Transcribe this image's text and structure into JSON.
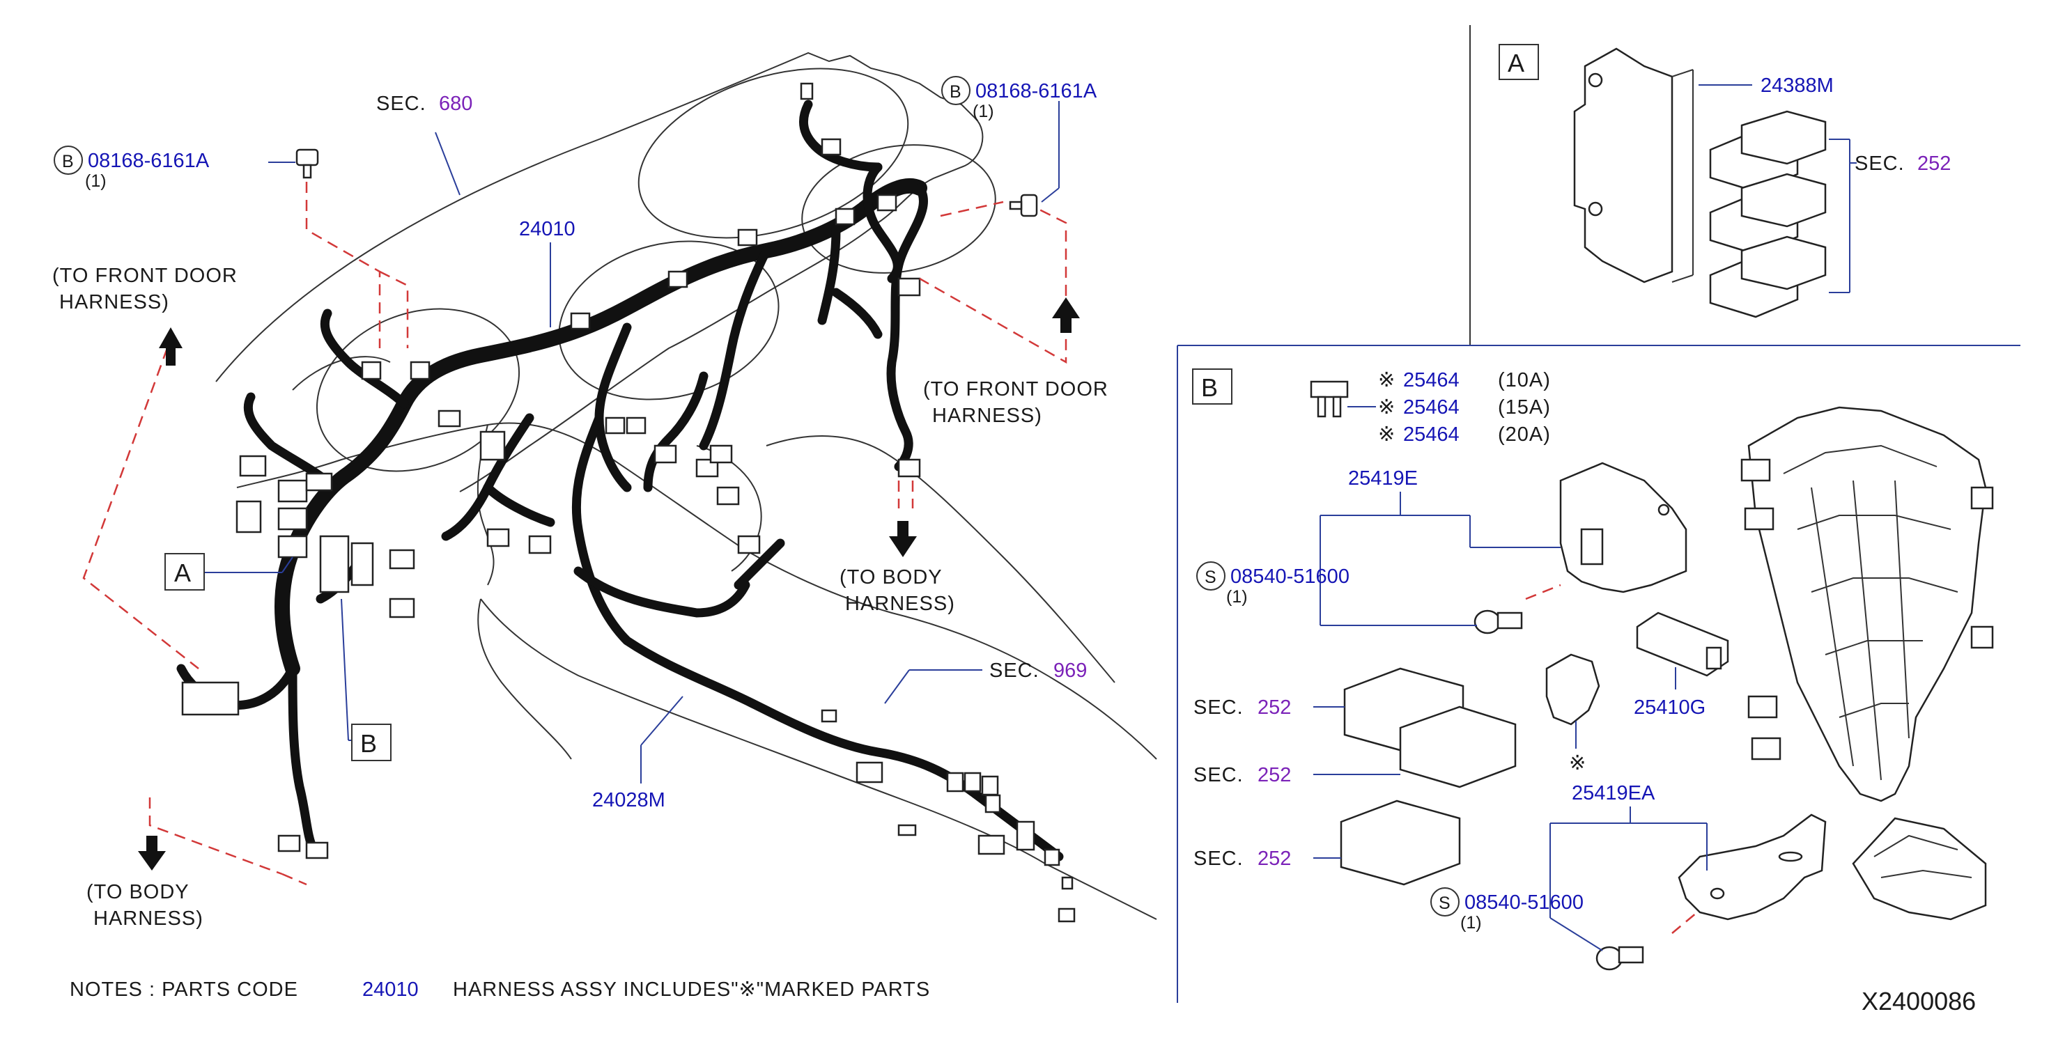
{
  "diagram_id": "X2400086",
  "notes": {
    "prefix": "NOTES  :  PARTS  CODE",
    "part_code": "24010",
    "suffix": "HARNESS  ASSY  INCLUDES\"※\"MARKED  PARTS"
  },
  "symbols": {
    "bolt_b": "B",
    "screw_s": "S",
    "mark": "※"
  },
  "labels": {
    "sec": "SEC.",
    "sec_680": "680",
    "sec_969": "969",
    "sec_252": "252",
    "bolt_part": "08168-6161A",
    "qty_one": "(1)",
    "harness_main": "24010",
    "harness_floor": "24028M",
    "to_front_door_1": "(TO  FRONT  DOOR",
    "to_front_door_2": "HARNESS)",
    "to_body_1": "(TO  BODY",
    "to_body_2": "HARNESS)",
    "callout_a": "A",
    "callout_b": "B"
  },
  "detail_a": {
    "title": "A",
    "bracket_part": "24388M"
  },
  "detail_b": {
    "title": "B",
    "fuses": [
      {
        "part": "25464",
        "rating": "(10A)"
      },
      {
        "part": "25464",
        "rating": "(15A)"
      },
      {
        "part": "25464",
        "rating": "(20A)"
      }
    ],
    "bracket_e": "25419E",
    "bracket_ea": "25419EA",
    "clip": "25410G",
    "screw_part": "08540-51600"
  },
  "colors": {
    "part_number": "#1515b5",
    "section_number": "#7b22b8",
    "leader": "#2a3e9a",
    "dashed": "#d23838",
    "harness": "#111111"
  },
  "icons": [
    "arrow-up-icon",
    "arrow-down-icon",
    "bolt-icon",
    "screw-icon",
    "fuse-icon",
    "relay-icon",
    "fuse-block-icon"
  ]
}
